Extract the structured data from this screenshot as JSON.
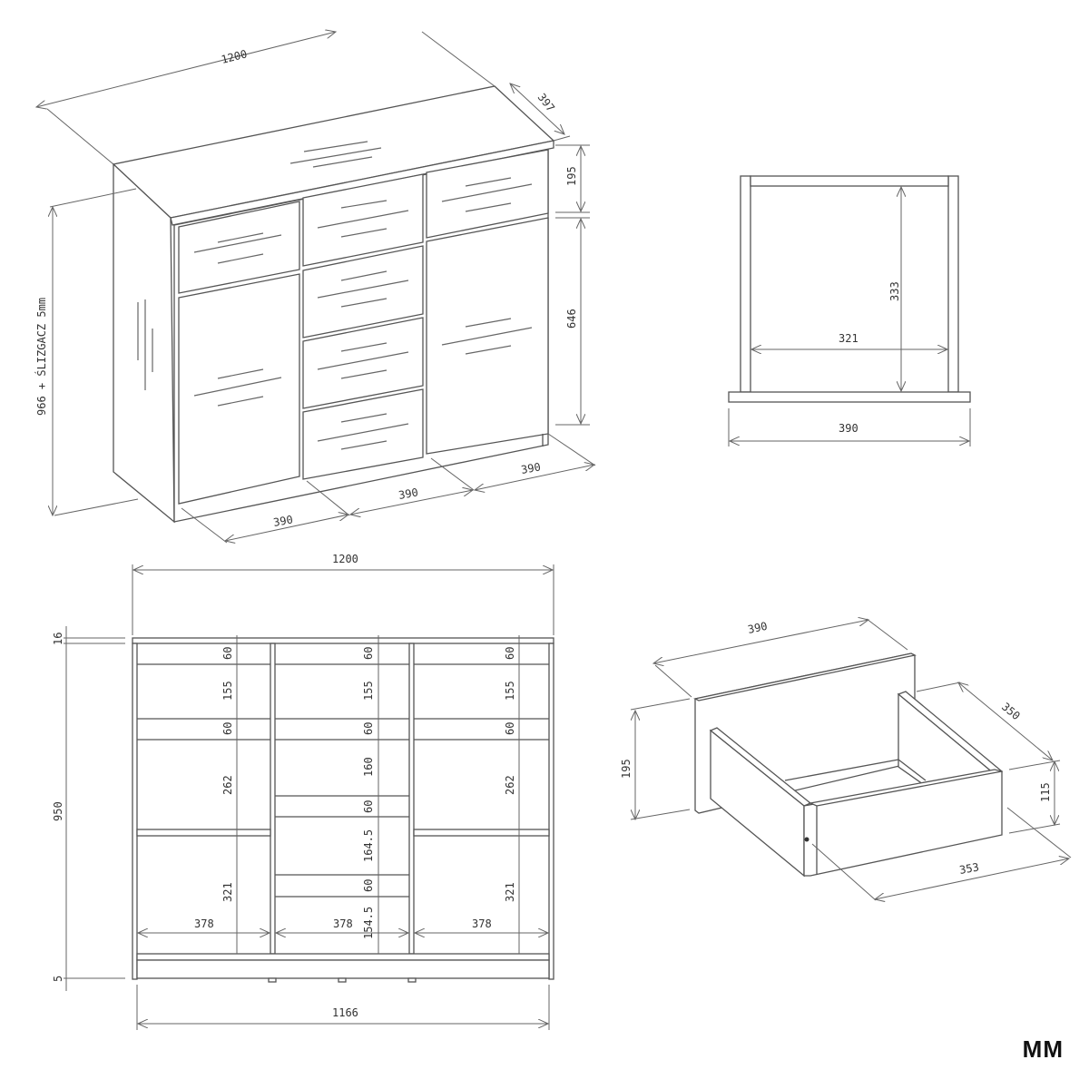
{
  "units_label": "MM",
  "isometric_view": {
    "width_label": "1200",
    "depth_label": "397",
    "height_label": "966 + ŚLIZGACZ 5mm",
    "top_drawer_height_label": "195",
    "lower_section_height_label": "646",
    "module_widths": [
      "390",
      "390",
      "390"
    ]
  },
  "drawer_front_section": {
    "inner_width_label": "321",
    "inner_depth_label": "333",
    "front_width_label": "390"
  },
  "front_elevation": {
    "overall_width_label": "1200",
    "base_width_label": "1166",
    "total_height_label": "950",
    "top_thickness_label": "16",
    "glide_height_label": "5",
    "left_column": [
      "60",
      "155",
      "60",
      "262",
      "321"
    ],
    "middle_column": [
      "60",
      "155",
      "60",
      "160",
      "60",
      "164.5",
      "60",
      "154.5"
    ],
    "right_column": [
      "60",
      "155",
      "60",
      "262",
      "321"
    ],
    "compartment_widths": [
      "378",
      "378",
      "378"
    ]
  },
  "drawer_iso": {
    "front_width_label": "390",
    "front_height_label": "195",
    "box_depth_label": "350",
    "box_height_label": "115",
    "box_length_label": "353"
  }
}
